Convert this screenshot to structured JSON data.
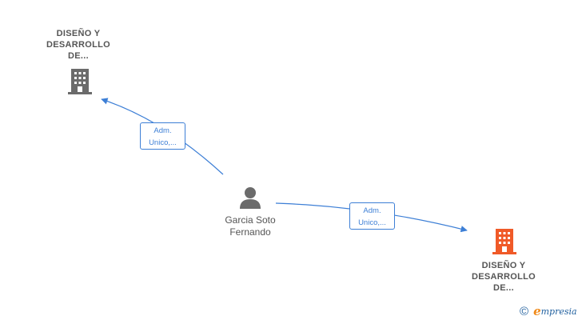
{
  "nodes": {
    "company_top": {
      "label_lines": [
        "DISEÑO Y",
        "DESARROLLO",
        "DE..."
      ],
      "color": "#6b6b6b"
    },
    "company_bottom": {
      "label_lines": [
        "DISEÑO Y",
        "DESARROLLO",
        "DE..."
      ],
      "color": "#f05a28"
    },
    "person": {
      "label_lines": [
        "Garcia Soto",
        "Fernando"
      ],
      "color": "#6b6b6b"
    }
  },
  "edges": [
    {
      "label_lines": [
        "Adm.",
        "Unico,..."
      ],
      "color": "#3d7fd6"
    },
    {
      "label_lines": [
        "Adm.",
        "Unico,..."
      ],
      "color": "#3d7fd6"
    }
  ],
  "brand": {
    "copyright": "©",
    "initial": "e",
    "name": "mpresia"
  }
}
